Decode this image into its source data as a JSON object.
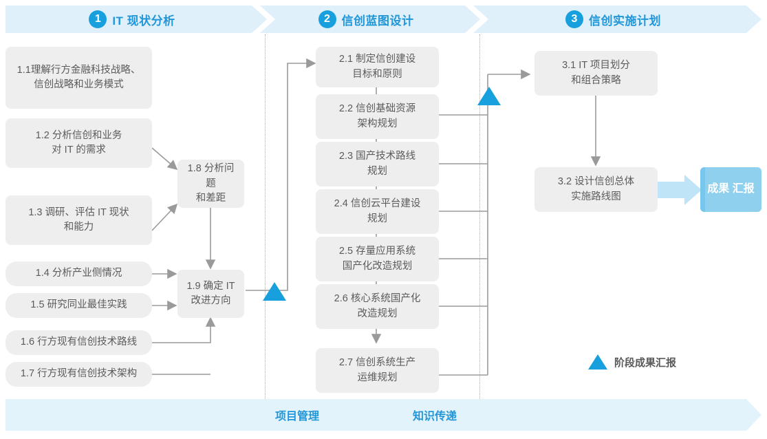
{
  "phases": [
    {
      "num": "1",
      "title": "IT 现状分析"
    },
    {
      "num": "2",
      "title": "信创蓝图设计"
    },
    {
      "num": "3",
      "title": "信创实施计划"
    }
  ],
  "boxes": [
    {
      "id": "b11",
      "lines": [
        "1.1理解行方金融科技战略、",
        "信创战略和业务模式"
      ]
    },
    {
      "id": "b12",
      "lines": [
        "1.2 分析信创和业务",
        "对 IT 的需求"
      ]
    },
    {
      "id": "b13",
      "lines": [
        "1.3 调研、评估 IT 现状",
        "和能力"
      ]
    },
    {
      "id": "b14",
      "lines": [
        "1.4 分析产业侧情况"
      ]
    },
    {
      "id": "b15",
      "lines": [
        "1.5 研究同业最佳实践"
      ]
    },
    {
      "id": "b16",
      "lines": [
        "1.6 行方现有信创技术路线"
      ]
    },
    {
      "id": "b17",
      "lines": [
        "1.7 行方现有信创技术架构"
      ]
    },
    {
      "id": "b18",
      "lines": [
        "1.8 分析问题",
        "和差距"
      ]
    },
    {
      "id": "b19",
      "lines": [
        "1.9 确定 IT",
        "改进方向"
      ]
    },
    {
      "id": "b21",
      "lines": [
        "2.1 制定信创建设",
        "目标和原则"
      ]
    },
    {
      "id": "b22",
      "lines": [
        "2.2 信创基础资源",
        "架构规划"
      ]
    },
    {
      "id": "b23",
      "lines": [
        "2.3 国产技术路线",
        "规划"
      ]
    },
    {
      "id": "b24",
      "lines": [
        "2.4 信创云平台建设",
        "规划"
      ]
    },
    {
      "id": "b25",
      "lines": [
        "2.5 存量应用系统",
        "国产化改造规划"
      ]
    },
    {
      "id": "b26",
      "lines": [
        "2.6 核心系统国产化",
        "改造规划"
      ]
    },
    {
      "id": "b27",
      "lines": [
        "2.7 信创系统生产",
        "运维规划"
      ]
    },
    {
      "id": "b31",
      "lines": [
        "3.1 IT 项目划分",
        "和组合策略"
      ]
    },
    {
      "id": "b32",
      "lines": [
        "3.2 设计信创总体",
        "实施路线图"
      ]
    }
  ],
  "result": {
    "lines": [
      "成果",
      "汇报"
    ]
  },
  "legend": {
    "label": "阶段成果汇报",
    "icon": "triangle-up-icon"
  },
  "footer": {
    "items": [
      "项目管理",
      "知识传递"
    ]
  },
  "colors": {
    "accent": "#189fdd",
    "banner_bg": "#dff0fa",
    "footer_bg": "#e3f3fb",
    "box_bg": "#eeeeee",
    "box_text": "#5b5b5b",
    "result_bg": "#8ed0ee",
    "wire": "#9a9a9a",
    "dotted": "#6ec6e8"
  }
}
